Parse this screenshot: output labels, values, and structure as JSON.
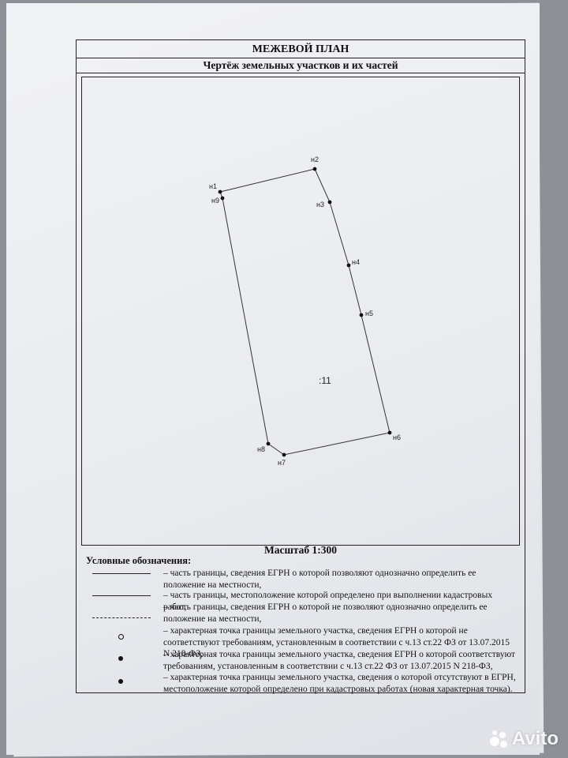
{
  "document": {
    "title": "МЕЖЕВОЙ ПЛАН",
    "subtitle": "Чертёж земельных участков и их частей",
    "scale_text": "Масштаб 1:300"
  },
  "plot": {
    "parcel_label": ":11",
    "points": [
      {
        "name": "н1"
      },
      {
        "name": "н2"
      },
      {
        "name": "н3"
      },
      {
        "name": "н4"
      },
      {
        "name": "н5"
      },
      {
        "name": "н6"
      },
      {
        "name": "н7"
      },
      {
        "name": "н8"
      },
      {
        "name": "н9"
      }
    ]
  },
  "legend": {
    "title": "Условные обозначения:",
    "items": [
      {
        "symbol": "solid-line",
        "text": "– часть границы, сведения ЕГРН о которой позволяют однозначно определить ее положение на местности,"
      },
      {
        "symbol": "solid-line",
        "text": "– часть границы, местоположение которой определено при выполнении кадастровых работ,"
      },
      {
        "symbol": "dashed-line",
        "text": "– часть границы, сведения ЕГРН о которой не позволяют однозначно определить ее положение на местности,"
      },
      {
        "symbol": "hollow-dot",
        "text": "– характерная точка границы земельного участка, сведения ЕГРН о которой не соответствуют требованиям, установленным в соответствии с ч.13 ст.22 ФЗ от 13.07.2015 N 218-ФЗ,"
      },
      {
        "symbol": "filled-dot",
        "text": "– характерная точка границы земельного участка, сведения ЕГРН о которой соответствуют требованиям, установленным в соответствии с ч.13 ст.22 ФЗ от 13.07.2015 N 218-ФЗ,"
      },
      {
        "symbol": "filled-dot",
        "text": "– характерная точка границы земельного участка, сведения о которой отсутствуют в ЕГРН, местоположение которой определено при кадастровых работах (новая характерная точка)."
      }
    ]
  },
  "watermark": {
    "text": "Avito"
  }
}
